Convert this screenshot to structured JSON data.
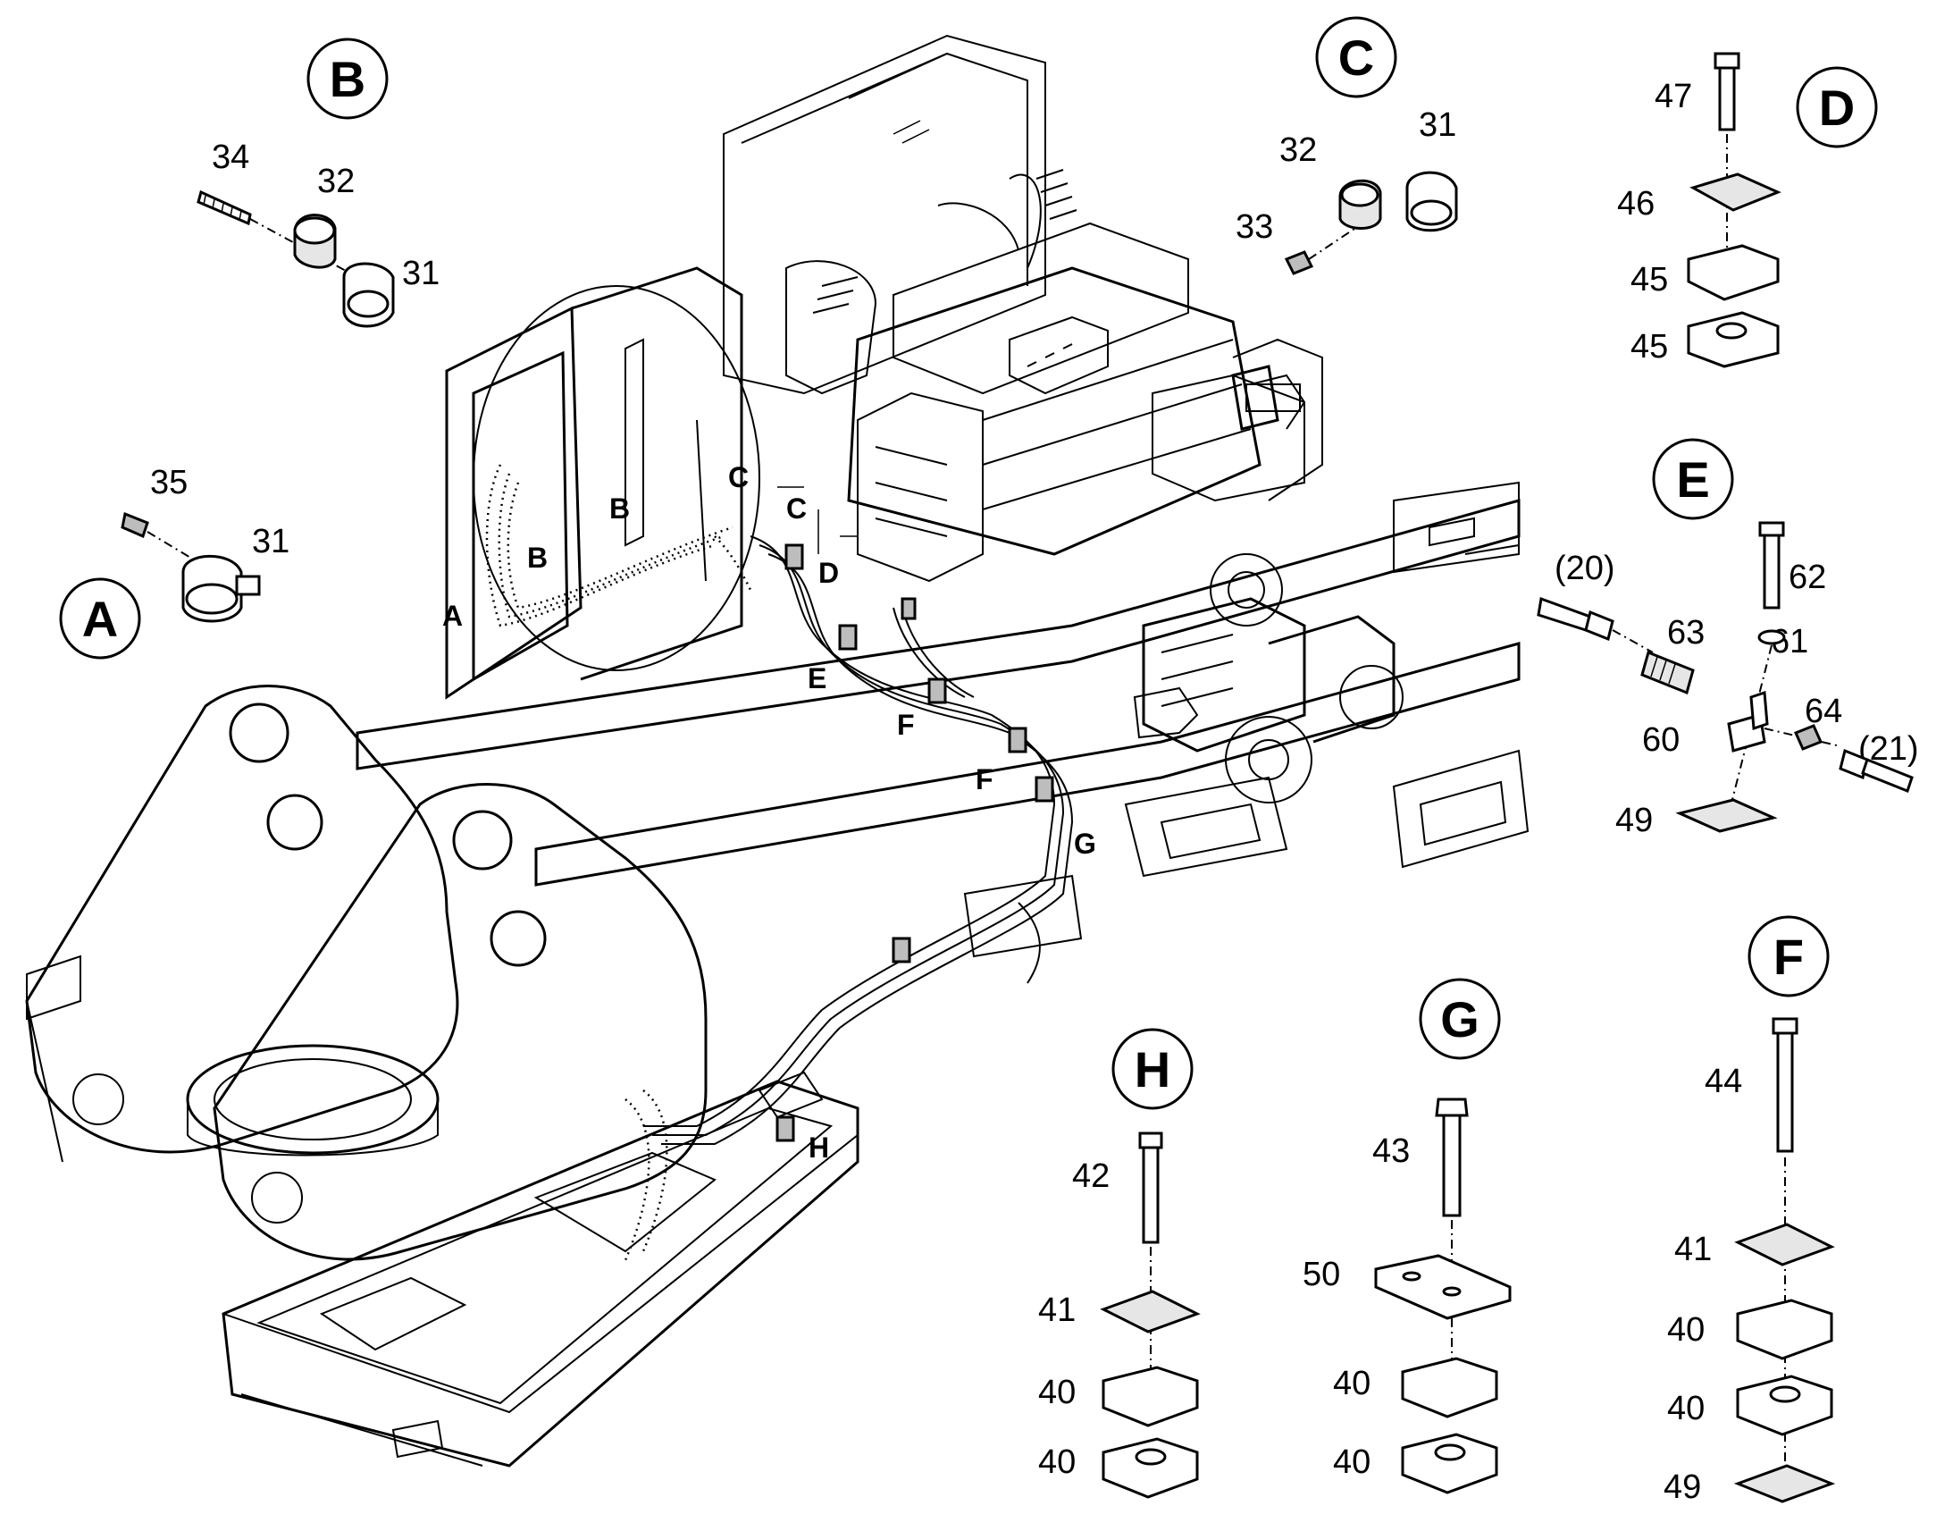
{
  "detail_labels": [
    "A",
    "B",
    "C",
    "D",
    "E",
    "F",
    "G",
    "H"
  ],
  "part_numbers": {
    "d_b": [
      "34",
      "32",
      "31"
    ],
    "d_a": [
      "35",
      "31"
    ],
    "d_c": [
      "32",
      "31",
      "33"
    ],
    "d_d": [
      "47",
      "46",
      "45",
      "45"
    ],
    "d_e": [
      "(20)",
      "62",
      "63",
      "61",
      "60",
      "64",
      "(21)",
      "49"
    ],
    "d_h": [
      "42",
      "41",
      "40",
      "40"
    ],
    "d_g": [
      "43",
      "50",
      "40",
      "40"
    ],
    "d_f": [
      "44",
      "41",
      "40",
      "40",
      "49"
    ]
  },
  "callouts": [
    "A",
    "B",
    "B",
    "C",
    "C",
    "D",
    "E",
    "F",
    "F",
    "G",
    "H"
  ]
}
